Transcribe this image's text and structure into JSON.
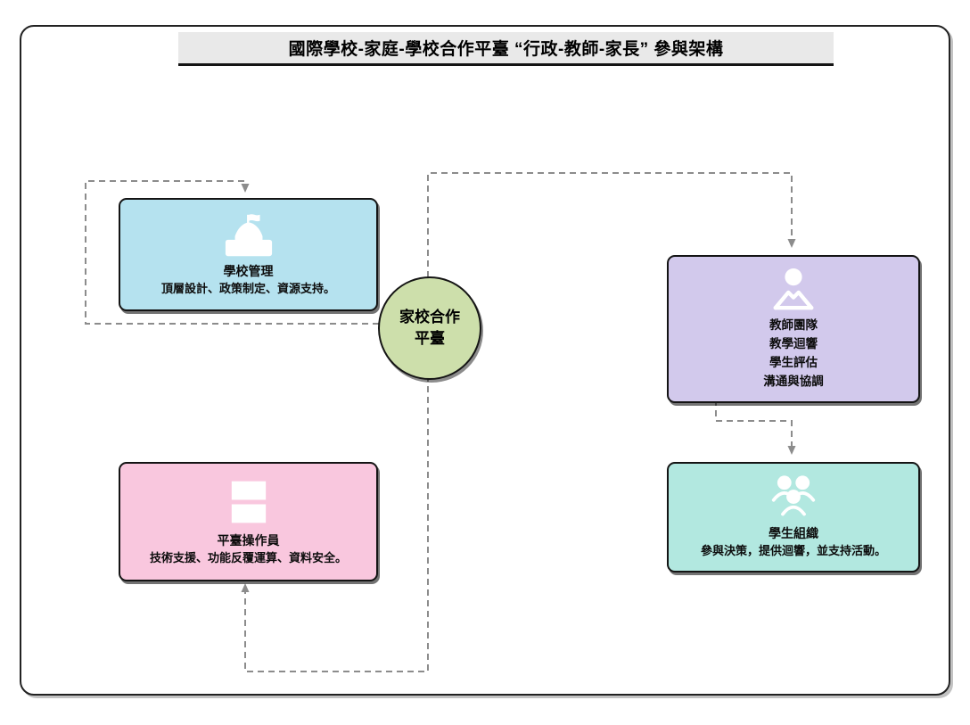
{
  "header": {
    "title": "國際學校-家庭-學校合作平臺 “行政-教師-家長” 參與架構"
  },
  "hub": {
    "line1": "家校合作",
    "line2": "平臺",
    "color": "#cddfab"
  },
  "nodes": {
    "school": {
      "title": "學校管理",
      "desc": "頂層設計、政策制定、資源支持。",
      "icon": "school-flag-icon",
      "color": "#b5e2ef"
    },
    "teacher": {
      "title": "教師團隊",
      "line2": "教學迴響",
      "line3": "學生評估",
      "line4": "溝通與協調",
      "icon": "person-icon",
      "color": "#d2c9ec"
    },
    "operator": {
      "title": "平臺操作員",
      "desc": "技術支援、功能反覆運算、資料安全。",
      "icon": "equals-icon",
      "color": "#f9c7de"
    },
    "student": {
      "title": "學生組織",
      "desc": "參與決策，提供迴響，並支持活動。",
      "icon": "people-group-icon",
      "color": "#b2e8e0"
    }
  },
  "connectors": {
    "color": "#8c8c8c",
    "style": "dashed",
    "arrow": "filled-triangle"
  }
}
